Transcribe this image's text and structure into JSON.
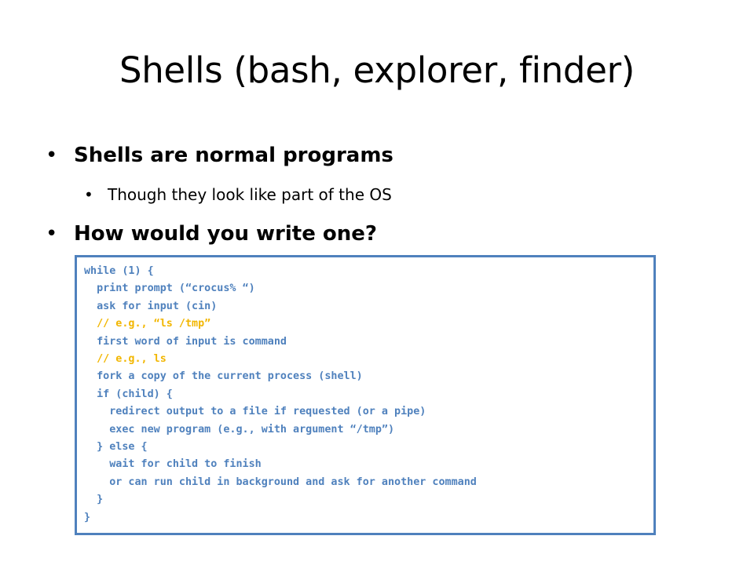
{
  "slide": {
    "title": "Shells (bash, explorer, finder)",
    "bullets": [
      {
        "text": "Shells are normal programs",
        "level": 1,
        "bold": true
      },
      {
        "text": "Though they look like part of the OS",
        "level": 2,
        "bold": false
      },
      {
        "text": "How would you write one?",
        "level": 1,
        "bold": true
      }
    ],
    "bullet_glyph": "•",
    "code": {
      "text_color": "#4f81bd",
      "comment_color": "#f2b600",
      "border_color": "#4f81bd",
      "lines": [
        {
          "text": "while (1) {",
          "comment": false
        },
        {
          "text": "  print prompt (“crocus% “)",
          "comment": false
        },
        {
          "text": "  ask for input (cin)",
          "comment": false
        },
        {
          "text": "  // e.g., “ls /tmp”",
          "comment": true
        },
        {
          "text": "  first word of input is command",
          "comment": false
        },
        {
          "text": "  // e.g., ls",
          "comment": true
        },
        {
          "text": "  fork a copy of the current process (shell)",
          "comment": false
        },
        {
          "text": "  if (child) {",
          "comment": false
        },
        {
          "text": "    redirect output to a file if requested (or a pipe)",
          "comment": false
        },
        {
          "text": "    exec new program (e.g., with argument “/tmp”)",
          "comment": false
        },
        {
          "text": "  } else {",
          "comment": false
        },
        {
          "text": "    wait for child to finish",
          "comment": false
        },
        {
          "text": "    or can run child in background and ask for another command",
          "comment": false
        },
        {
          "text": "  }",
          "comment": false
        },
        {
          "text": "}",
          "comment": false
        }
      ]
    }
  }
}
